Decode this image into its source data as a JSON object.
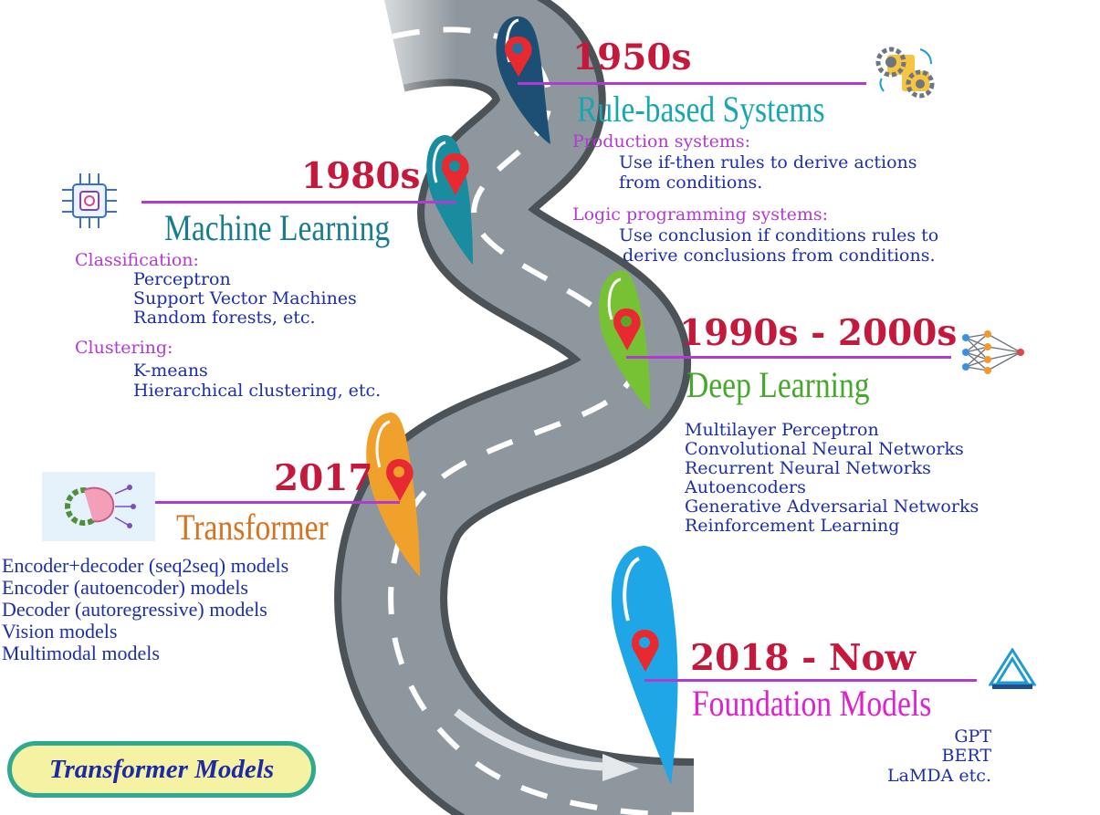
{
  "eras": [
    {
      "id": "rule-based",
      "year": "1950s",
      "title": "Rule-based Systems",
      "color": "#17a7b3",
      "groups": [
        {
          "heading": "Production systems:",
          "items": [
            "Use if-then rules to derive actions",
            "from conditions."
          ]
        },
        {
          "heading": "Logic programming systems:",
          "items": [
            "Use conclusion if conditions rules to",
            "derive conclusions from conditions."
          ]
        }
      ]
    },
    {
      "id": "machine-learning",
      "year": "1980s",
      "title": "Machine Learning",
      "color": "#177c8e",
      "groups": [
        {
          "heading": "Classification:",
          "items": [
            "Perceptron",
            "Support Vector Machines",
            "Random forests, etc."
          ]
        },
        {
          "heading": "Clustering:",
          "items": [
            "K-means",
            "Hierarchical clustering, etc."
          ]
        }
      ]
    },
    {
      "id": "deep-learning",
      "year": "1990s - 2000s",
      "title": "Deep Learning",
      "color": "#44a829",
      "items": [
        "Multilayer Perceptron",
        "Convolutional Neural Networks",
        "Recurrent Neural Networks",
        "Autoencoders",
        "Generative Adversarial Networks",
        "Reinforcement Learning"
      ]
    },
    {
      "id": "transformer",
      "year": "2017",
      "title": "Transformer",
      "color": "#d9721c",
      "items": [
        "Encoder+decoder (seq2seq) models",
        "Encoder (autoencoder) models",
        "Decoder (autoregressive) models",
        "Vision models",
        "Multimodal models"
      ]
    },
    {
      "id": "foundation",
      "year": "2018 - Now",
      "title": "Foundation Models",
      "color": "#e01fd0",
      "items": [
        "GPT",
        "BERT",
        "LaMDA etc."
      ]
    }
  ],
  "badge": {
    "label": "Transformer Models"
  },
  "colors": {
    "year": "#c4183c",
    "connector": "#b23ad2",
    "item_text": "#1c2fa8",
    "road": "#8d969d",
    "road_dark": "#5a6168",
    "badge_border": "#2fa98f",
    "badge_fill": "#f6f2a4"
  },
  "icons": [
    "gears-icon",
    "ai-chip-icon",
    "neural-network-icon",
    "ai-brain-icon",
    "layered-triangle-logo-icon"
  ]
}
